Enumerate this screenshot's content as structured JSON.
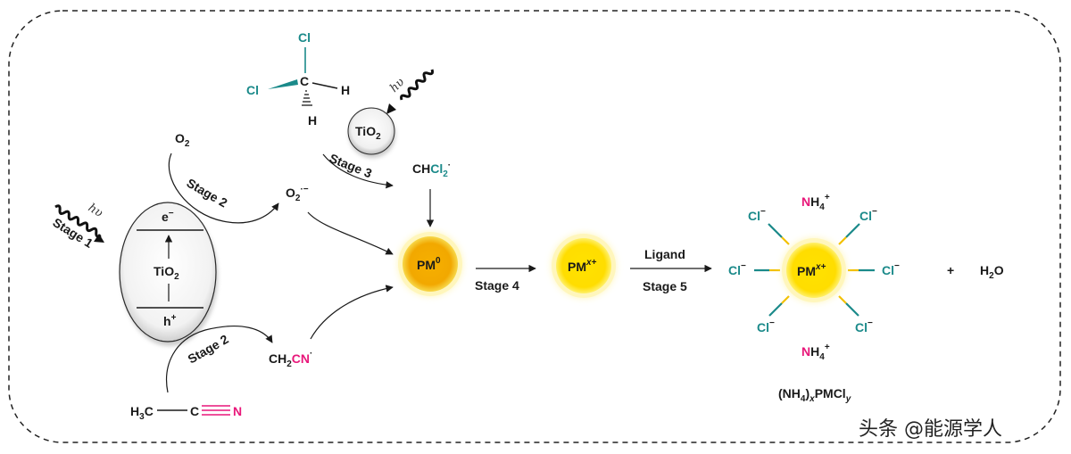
{
  "hv": "hυ",
  "stages": {
    "stage1": "Stage 1",
    "stage2_top": "Stage 2",
    "stage2_bottom": "Stage 2",
    "stage3": "Stage 3",
    "stage4": "Stage 4",
    "stage5": "Stage 5",
    "ligand": "Ligand"
  },
  "tio2_ellipse": {
    "e": "e",
    "e_sup": "−",
    "ti": "TiO",
    "ti_sub": "2",
    "h": "h",
    "h_sup": "+"
  },
  "tio2_small": {
    "ti": "TiO",
    "ti_sub": "2"
  },
  "species": {
    "o2": "O",
    "o2_sub": "2",
    "o2rad": "O",
    "o2rad_sub": "2",
    "o2rad_sup": "·−",
    "chcl2_ch": "CH",
    "chcl2_cl": "Cl",
    "chcl2_sub": "2",
    "chcl2_sup": "·",
    "ch2cn_ch": "CH",
    "ch2cn_sub": "2",
    "ch2cn_cn": "CN",
    "ch2cn_sup": "·",
    "h3c": "H",
    "h3c_sub": "3",
    "h3c_c": "C",
    "c2": "C",
    "n": "N",
    "cl_top": "Cl",
    "cl_left": "Cl",
    "c_center": "C",
    "h_right": "H",
    "h_bottom": "H"
  },
  "nodes": {
    "pm0": "PM",
    "pm0_sup": "0",
    "pmx": "PM",
    "pmx_sup": "x+",
    "pmx2": "PM",
    "pmx2_sup": "x+"
  },
  "complex": {
    "cl": "Cl",
    "cl_sup": "−",
    "nh4_n": "N",
    "nh4_h": "H",
    "nh4_sub": "4",
    "nh4_sup": "+",
    "formula": "(NH",
    "formula_sub1": "4",
    "formula_paren": ")",
    "formula_x": "x",
    "formula_pm": "PMCl",
    "formula_y": "y"
  },
  "plus": "+",
  "water": "H",
  "water_sub": "2",
  "water_o": "O",
  "watermark": "头条 @能源学人",
  "colors": {
    "teal": "#1b8a8a",
    "pink": "#e8177a",
    "gold": "#f2b600",
    "yellow": "#ffe000",
    "glow": "#fff3a0"
  }
}
